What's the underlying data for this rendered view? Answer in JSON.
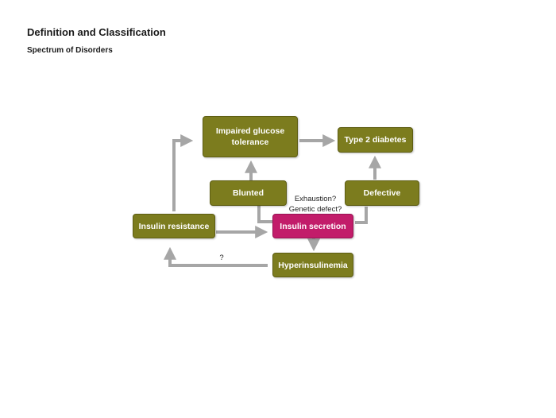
{
  "header": {
    "title": "Definition and Classification",
    "subtitle": "Spectrum of Disorders"
  },
  "diagram": {
    "colors": {
      "node": "#7c7c1e",
      "highlight": "#c21c6a",
      "connector": "#a6a6a6"
    },
    "nodes": {
      "impaired_glucose_tolerance": "Impaired glucose tolerance",
      "type2_diabetes": "Type 2 diabetes",
      "blunted": "Blunted",
      "defective": "Defective",
      "insulin_resistance": "Insulin resistance",
      "insulin_secretion": "Insulin secretion",
      "hyperinsulinemia": "Hyperinsulinemia"
    },
    "annotations": {
      "exhaustion": "Exhaustion?",
      "genetic_defect": "Genetic defect?",
      "question": "?"
    }
  }
}
